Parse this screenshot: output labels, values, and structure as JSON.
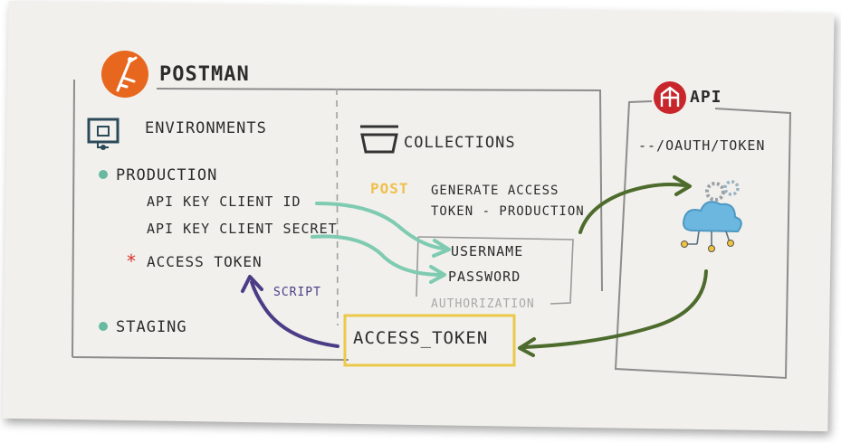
{
  "postman": {
    "title": "POSTMAN",
    "environments_label": "ENVIRONMENTS",
    "production_label": "PRODUCTION",
    "variables": [
      "API KEY CLIENT ID",
      "API KEY CLIENT SECRET",
      "ACCESS TOKEN"
    ],
    "staging_label": "STAGING",
    "script_label": "SCRIPT"
  },
  "collections": {
    "title": "COLLECTIONS",
    "method": "POST",
    "request_line1": "GENERATE ACCESS",
    "request_line2": "TOKEN - PRODUCTION",
    "username_label": "USERNAME",
    "password_label": "PASSWORD",
    "authorization_label": "AUTHORIZATION",
    "access_token_label": "ACCESS_TOKEN"
  },
  "api": {
    "title": "API",
    "endpoint": "--/OAUTH/TOKEN"
  },
  "colors": {
    "postman_orange": "#e8671f",
    "api_red": "#c8262b",
    "teal_arrow": "#7fcbb2",
    "purple_arrow": "#4b3c86",
    "green_arrow": "#4c6b2c",
    "highlight_yellow": "#ecc94a",
    "post_yellow": "#f0c04d",
    "bullet_teal": "#67b9a0",
    "star_red": "#d8342f"
  }
}
